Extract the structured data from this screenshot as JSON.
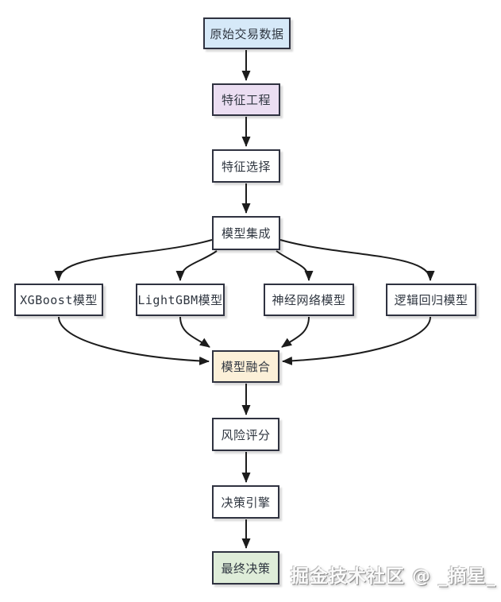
{
  "diagram": {
    "type": "flowchart",
    "nodes": {
      "raw_data": {
        "label": "原始交易数据",
        "fill": "#d6e9f8"
      },
      "feature_engineering": {
        "label": "特征工程",
        "fill": "#ebdef2"
      },
      "feature_selection": {
        "label": "特征选择",
        "fill": "#ffffff"
      },
      "model_ensemble": {
        "label": "模型集成",
        "fill": "#ffffff"
      },
      "xgboost_model": {
        "label": "XGBoost模型",
        "fill": "#ffffff"
      },
      "lightgbm_model": {
        "label": "LightGBM模型",
        "fill": "#ffffff"
      },
      "neural_network_model": {
        "label": "神经网络模型",
        "fill": "#ffffff"
      },
      "logistic_regression_model": {
        "label": "逻辑回归模型",
        "fill": "#ffffff"
      },
      "model_fusion": {
        "label": "模型融合",
        "fill": "#fcf0d8"
      },
      "risk_scoring": {
        "label": "风险评分",
        "fill": "#ffffff"
      },
      "decision_engine": {
        "label": "决策引擎",
        "fill": "#ffffff"
      },
      "final_decision": {
        "label": "最终决策",
        "fill": "#dfedd9"
      }
    },
    "edges": [
      {
        "from": "raw_data",
        "to": "feature_engineering"
      },
      {
        "from": "feature_engineering",
        "to": "feature_selection"
      },
      {
        "from": "feature_selection",
        "to": "model_ensemble"
      },
      {
        "from": "model_ensemble",
        "to": "xgboost_model"
      },
      {
        "from": "model_ensemble",
        "to": "lightgbm_model"
      },
      {
        "from": "model_ensemble",
        "to": "neural_network_model"
      },
      {
        "from": "model_ensemble",
        "to": "logistic_regression_model"
      },
      {
        "from": "xgboost_model",
        "to": "model_fusion"
      },
      {
        "from": "lightgbm_model",
        "to": "model_fusion"
      },
      {
        "from": "neural_network_model",
        "to": "model_fusion"
      },
      {
        "from": "logistic_regression_model",
        "to": "model_fusion"
      },
      {
        "from": "model_fusion",
        "to": "risk_scoring"
      },
      {
        "from": "risk_scoring",
        "to": "decision_engine"
      },
      {
        "from": "decision_engine",
        "to": "final_decision"
      }
    ],
    "colors": {
      "node_border": "#2f3240",
      "arrow": "#1c1c1c",
      "text": "#2f3640"
    }
  },
  "watermark": {
    "text": "掘金技术社区 @ _摘星_"
  }
}
